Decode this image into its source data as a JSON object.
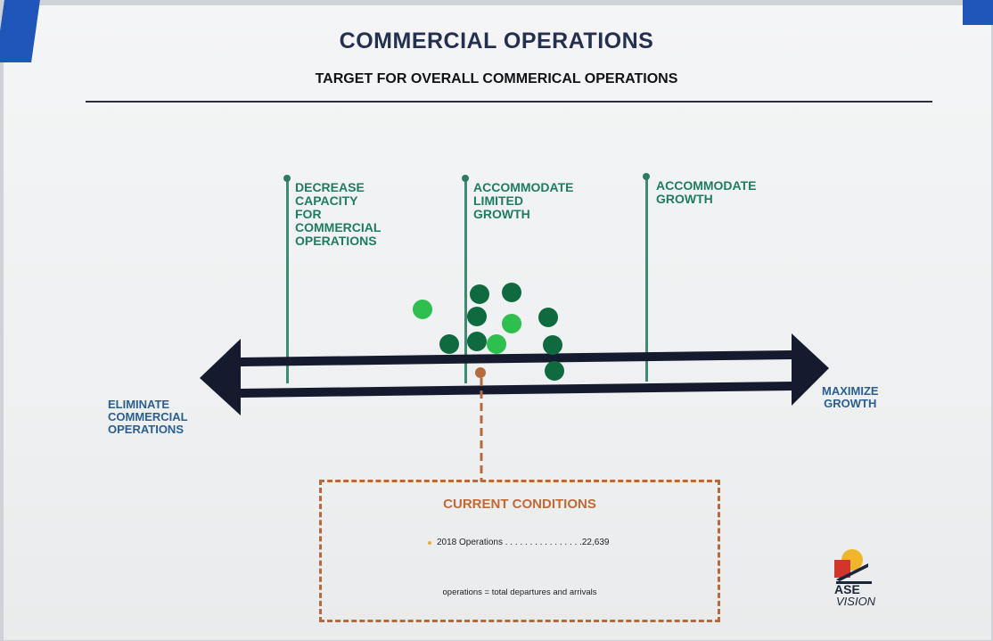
{
  "poster": {
    "title": "COMMERCIAL OPERATIONS",
    "subtitle": "TARGET FOR OVERALL COMMERICAL OPERATIONS"
  },
  "poles": [
    {
      "label": "DECREASE\nCAPACITY\nFOR\nCOMMERCIAL\nOPERATIONS"
    },
    {
      "label": "ACCOMMODATE\nLIMITED\nGROWTH"
    },
    {
      "label": "ACCOMMODATE\nGROWTH"
    }
  ],
  "scale": {
    "left_label": "ELIMINATE\nCOMMERCIAL\nOPERATIONS",
    "right_label": "MAXIMIZE\nGROWTH"
  },
  "current_conditions": {
    "title": "CURRENT CONDITIONS",
    "row_label": "2018 Operations",
    "row_leader": " . . . . . . . . . . . . . . . .",
    "row_value": "22,639",
    "note": "operations = total departures and arrivals"
  },
  "logo": {
    "line1": "ASE",
    "line2": "VISION"
  },
  "colors": {
    "dark_green": "#0f6a3f",
    "light_green": "#2fbf4f",
    "pole_green": "#3e8a72",
    "arrow_navy": "#151a2e",
    "marker_orange": "#b56a3e",
    "tape_blue": "#1f56b7"
  }
}
